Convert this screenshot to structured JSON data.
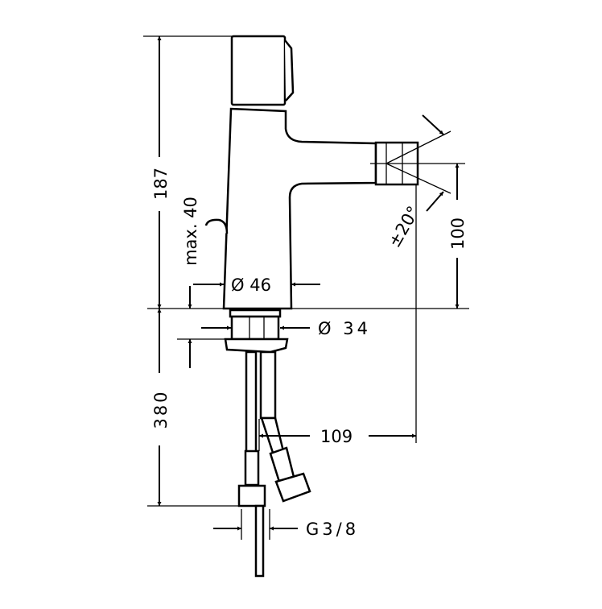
{
  "dimensions": {
    "height_total": "187",
    "max_height": "max. 40",
    "body_diameter": "Ø 46",
    "spout_height": "100",
    "spout_angle": "±20°",
    "base_diameter": "Ø 34",
    "hose_length": "380",
    "projection": "109",
    "connection": "G3/8"
  }
}
